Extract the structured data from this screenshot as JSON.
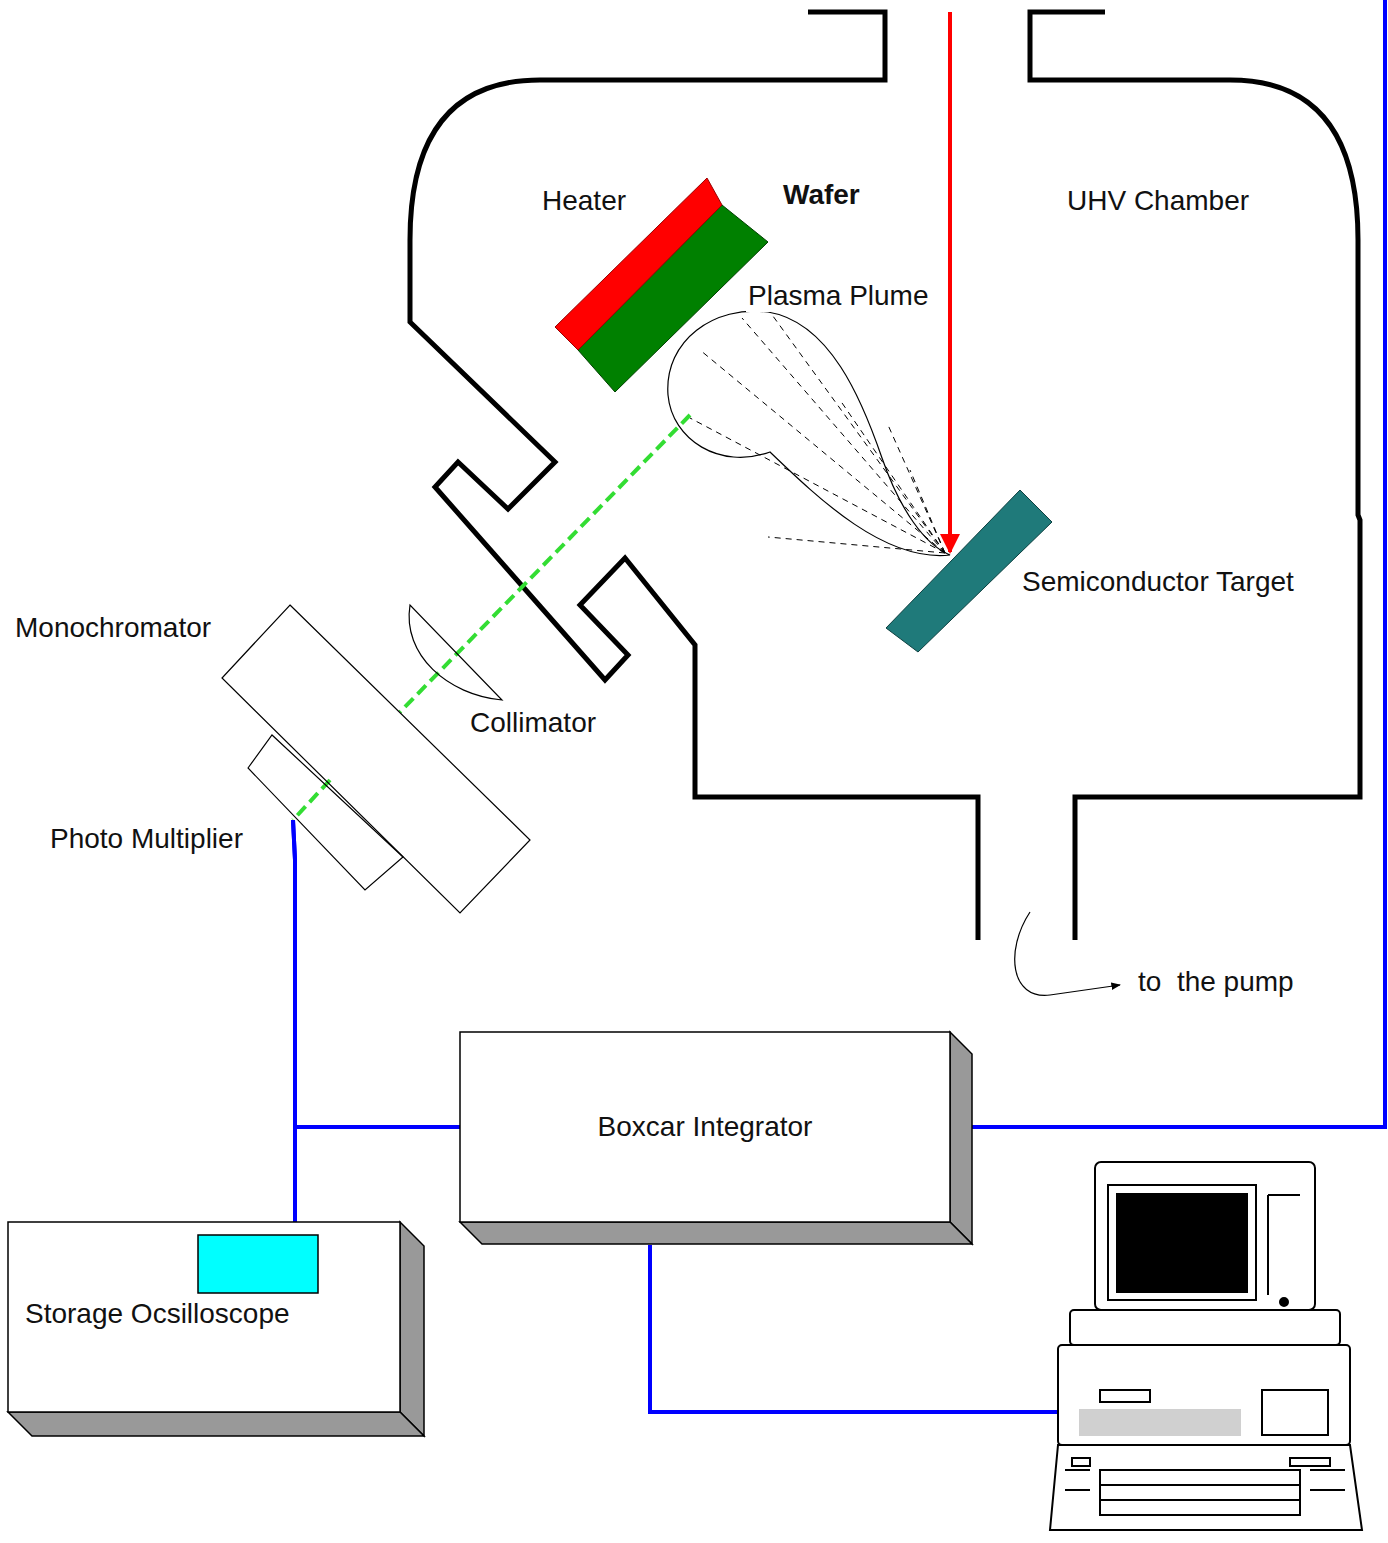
{
  "diagram": {
    "nodes": [
      {
        "text": [
          "Monochromator"
        ]
      },
      {
        "text": [
          "Photo Multiplier"
        ]
      },
      {
        "text": [
          "Boxcar Integrator"
        ]
      },
      {
        "text": [
          "Storage Ocsilloscope"
        ]
      }
    ],
    "edges": [
      {
        "from": 1,
        "to": 2,
        "arrow": "none"
      },
      {
        "from": 1,
        "to": 3,
        "arrow": "none"
      }
    ],
    "labels": [
      "Heater",
      "Wafer",
      "UHV Chamber",
      "Plasma Plume",
      "Semiconductor Target",
      "Collimator",
      "to  the pump"
    ]
  }
}
